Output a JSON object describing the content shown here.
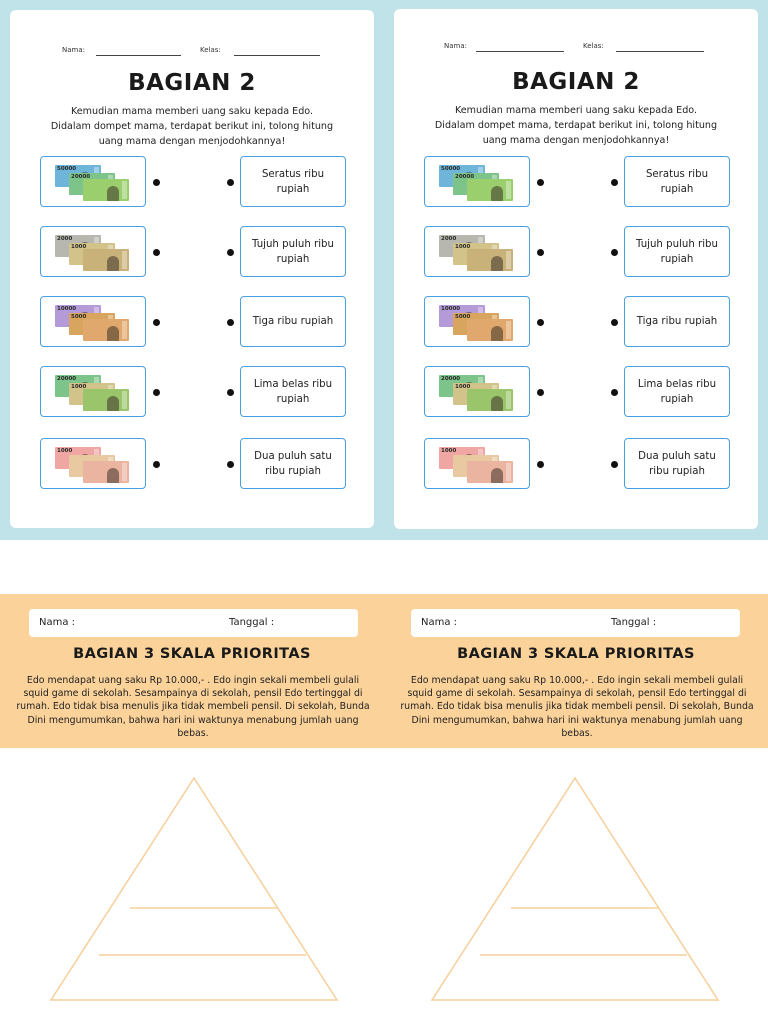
{
  "worksheet": {
    "name_label": "Nama:",
    "class_label": "Kelas:",
    "title": "BAGIAN 2",
    "description": "Kemudian mama memberi uang saku kepada Edo. Didalam dompet mama, terdapat berikut ini, tolong hitung uang mama dengan menjodohkannya!",
    "money_rows": [
      {
        "notes": [
          {
            "value": "50000",
            "color": "#6fb5d9"
          },
          {
            "value": "20000",
            "color": "#7cc48a"
          },
          {
            "value": "",
            "color": "#9bcf6e"
          }
        ]
      },
      {
        "notes": [
          {
            "value": "2000",
            "color": "#b7b7b0"
          },
          {
            "value": "1000",
            "color": "#d2c38a"
          },
          {
            "value": "",
            "color": "#c9b27a"
          }
        ]
      },
      {
        "notes": [
          {
            "value": "10000",
            "color": "#b59ad8"
          },
          {
            "value": "5000",
            "color": "#d8a55f"
          },
          {
            "value": "",
            "color": "#e0a86c"
          }
        ]
      },
      {
        "notes": [
          {
            "value": "20000",
            "color": "#7cc48a"
          },
          {
            "value": "1000",
            "color": "#d2c38a"
          },
          {
            "value": "",
            "color": "#9bc56b"
          }
        ]
      },
      {
        "notes": [
          {
            "value": "1000",
            "color": "#f0a7a3"
          },
          {
            "value": "",
            "color": "#e9c9a2"
          },
          {
            "value": "",
            "color": "#eab4a0"
          }
        ]
      }
    ],
    "answers": [
      "Seratus ribu rupiah",
      "Tujuh puluh ribu rupiah",
      "Tiga ribu rupiah",
      "Lima belas ribu rupiah",
      "Dua puluh satu ribu rupiah"
    ]
  },
  "priority": {
    "name_label": "Nama :",
    "date_label": "Tanggal :",
    "title": "BAGIAN 3 SKALA PRIORITAS",
    "text": "Edo mendapat uang saku Rp 10.000,- . Edo ingin sekali membeli gulali squid game di sekolah. Sesampainya di sekolah, pensil Edo tertinggal di rumah. Edo  tidak bisa menulis jika tidak membeli pensil. Di sekolah, Bunda Dini mengumumkan, bahwa hari ini waktunya menabung jumlah uang bebas."
  },
  "colors": {
    "teal_background": "#bfe3e8",
    "box_border": "#49a0e0",
    "orange_band": "#fbd39a",
    "pyramid_line": "#f6cf9a"
  }
}
